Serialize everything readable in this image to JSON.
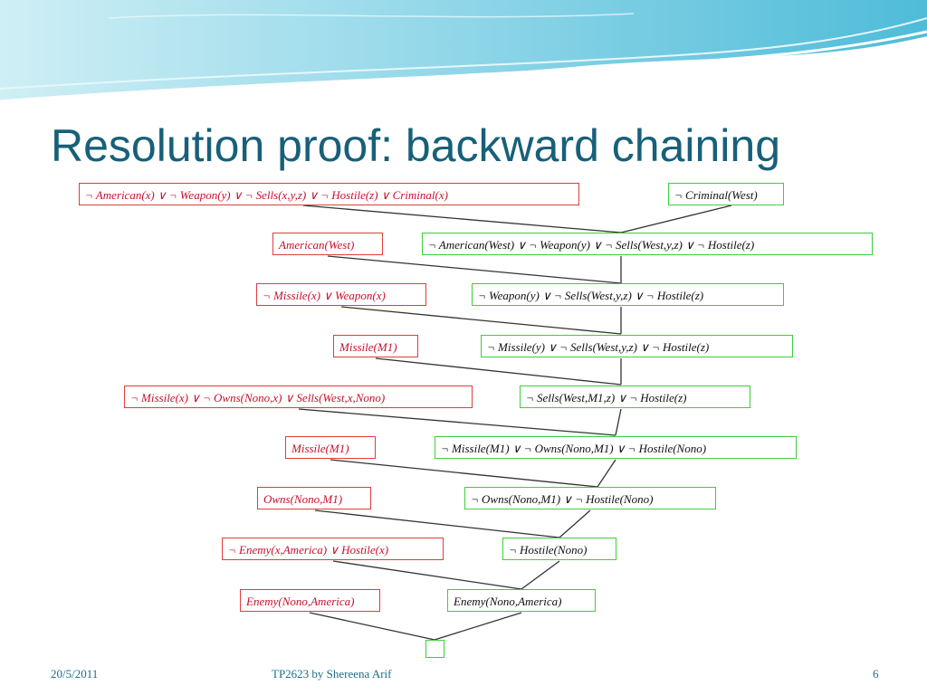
{
  "slide": {
    "title": "Resolution proof: backward chaining",
    "accent_color": "#17607a",
    "footer": {
      "date": "20/5/2011",
      "author": "TP2623 by Shereena Arif",
      "page": "6"
    }
  },
  "diagram": {
    "kb_color": "#e33b3b",
    "goal_color": "#3ccf3c",
    "kb_clauses": [
      "¬ American(x)  ∨ ¬ Weapon(y)  ∨ ¬ Sells(x,y,z)   ∨ ¬ Hostile(z)   ∨ Criminal(x)",
      "American(West)",
      "¬ Missile(x)   ∨ Weapon(x)",
      "Missile(M1)",
      "¬ Missile(x)   ∨ ¬ Owns(Nono,x)   ∨ Sells(West,x,Nono)",
      "Missile(M1)",
      "Owns(Nono,M1)",
      "¬ Enemy(x,America)   ∨ Hostile(x)",
      "Enemy(Nono,America)"
    ],
    "goal_clauses": [
      "¬ Criminal(West)",
      "¬ American(West)   ∨ ¬ Weapon(y)   ∨ ¬ Sells(West,y,z)   ∨ ¬ Hostile(z)",
      "¬ Weapon(y)   ∨ ¬ Sells(West,y,z)    ∨ ¬ Hostile(z)",
      "¬ Missile(y)   ∨ ¬ Sells(West,y,z)    ∨ ¬ Hostile(z)",
      "¬ Sells(West,M1,z)    ∨ ¬ Hostile(z)",
      "¬ Missile(M1)    ∨ ¬ Owns(Nono,M1)    ∨ ¬ Hostile(Nono)",
      "¬ Owns(Nono,M1)    ∨ ¬ Hostile(Nono)",
      "¬ Hostile(Nono)",
      "Enemy(Nono,America)",
      ""
    ]
  }
}
